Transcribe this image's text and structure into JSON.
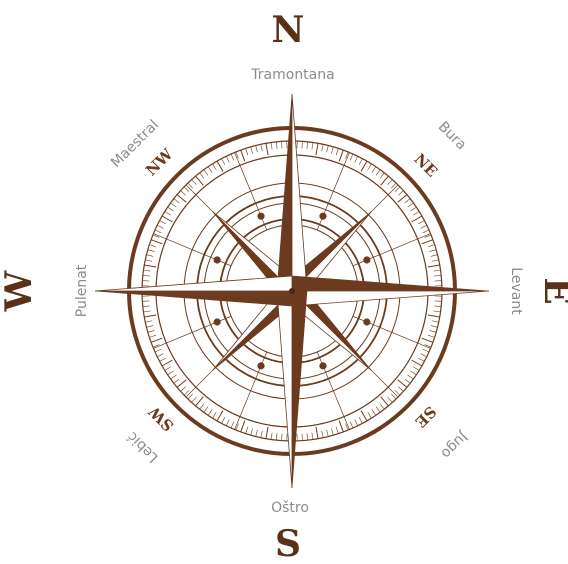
{
  "colors": {
    "primary": "#6b3a1f",
    "dark": "#4e2812",
    "light_face": "#ffffff",
    "wind_label": "#8c8c8c"
  },
  "cardinals": {
    "north": "N",
    "east": "E",
    "south": "S",
    "west": "W"
  },
  "intercardinals": {
    "ne": "NE",
    "se": "SE",
    "sw": "SW",
    "nw": "NW"
  },
  "winds": {
    "north": "Tramontana",
    "northeast": "Bura",
    "east": "Levant",
    "southeast": "Jugo",
    "south": "Oštro",
    "southwest": "Lebić",
    "west": "Pulenat",
    "northwest": "Maestral"
  }
}
